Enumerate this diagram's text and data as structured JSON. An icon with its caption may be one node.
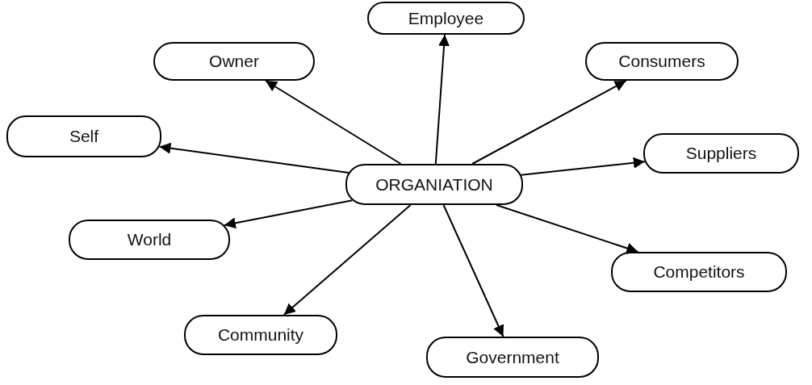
{
  "diagram": {
    "nodes": [
      {
        "text": [
          "ORGANIATION"
        ]
      },
      {
        "text": [
          "Employee"
        ]
      },
      {
        "text": [
          "Owner"
        ]
      },
      {
        "text": [
          "Consumers"
        ]
      },
      {
        "text": [
          "Self"
        ]
      },
      {
        "text": [
          "Suppliers"
        ]
      },
      {
        "text": [
          "World"
        ]
      },
      {
        "text": [
          "Competitors"
        ]
      },
      {
        "text": [
          "Community"
        ]
      },
      {
        "text": [
          "Government"
        ]
      }
    ],
    "edges": [
      {
        "from": 0,
        "to": 1,
        "arrow": "to"
      },
      {
        "from": 0,
        "to": 2,
        "arrow": "to"
      },
      {
        "from": 0,
        "to": 3,
        "arrow": "to"
      },
      {
        "from": 0,
        "to": 4,
        "arrow": "to"
      },
      {
        "from": 0,
        "to": 5,
        "arrow": "to"
      },
      {
        "from": 0,
        "to": 6,
        "arrow": "to"
      },
      {
        "from": 0,
        "to": 7,
        "arrow": "to"
      },
      {
        "from": 0,
        "to": 8,
        "arrow": "to"
      },
      {
        "from": 0,
        "to": 9,
        "arrow": "to"
      }
    ]
  }
}
